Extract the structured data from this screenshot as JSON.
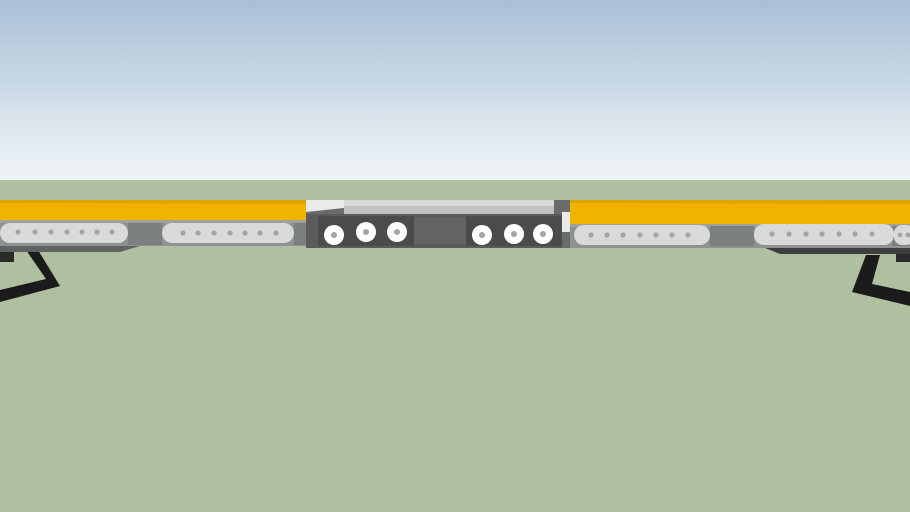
{
  "scene": {
    "colors": {
      "sky_top": "#a9bfd6",
      "sky_horizon": "#eef3f5",
      "ground": "#afbfa0",
      "amber_lens": "#f2b300",
      "amber_lens_top": "#e6a800",
      "amber_edge": "#ffd24a",
      "housing": "#8f9292",
      "housing_dark": "#4a4c4c",
      "center_panel": "#5a5c5c",
      "center_frame": "#c8cbc8",
      "led_module": "#d9dbdb",
      "led_dot": "#a2a6a6",
      "white_light": "#ffffff",
      "bracket": "#1b1b1b"
    },
    "objects": [
      "amber-light-bar",
      "center-white-lights",
      "mounting-brackets"
    ]
  }
}
